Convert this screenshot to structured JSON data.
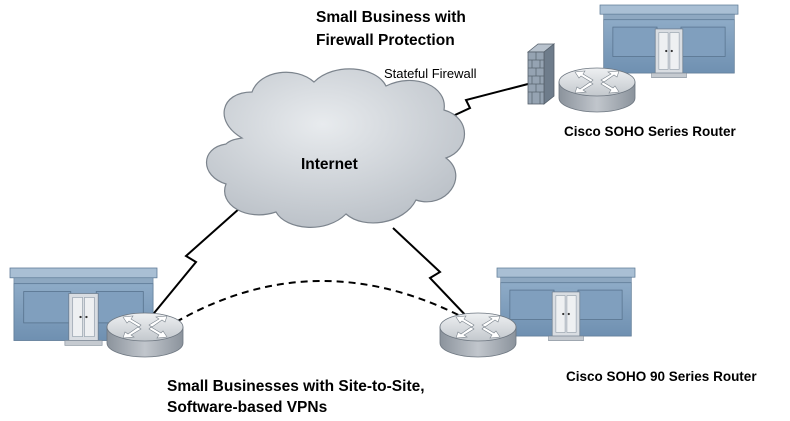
{
  "labels": {
    "firewall_site_title_line1": "Small Business with",
    "firewall_site_title_line2": "Firewall Protection",
    "stateful_firewall": "Stateful Firewall",
    "internet": "Internet",
    "soho_router": "Cisco SOHO Series Router",
    "soho90_router": "Cisco SOHO 90 Series Router",
    "vpn_sites_line1": "Small Businesses with Site-to-Site,",
    "vpn_sites_line2": "Software-based VPNs"
  },
  "icons": {
    "cloud": "internet-cloud-icon",
    "firewall": "firewall-brick-wall-icon",
    "router": "router-icon",
    "building": "small-business-building-icon",
    "wan_link": "serial-lightning-link-icon",
    "vpn_tunnel": "dashed-vpn-tunnel"
  },
  "colors": {
    "cloud": "#c9ced4",
    "router_top": "#d9dde2",
    "router_side": "#9aa2ab",
    "building_front": "#7fa0c0",
    "building_roof": "#9fb7cf",
    "firewall": "#8f9dac"
  }
}
